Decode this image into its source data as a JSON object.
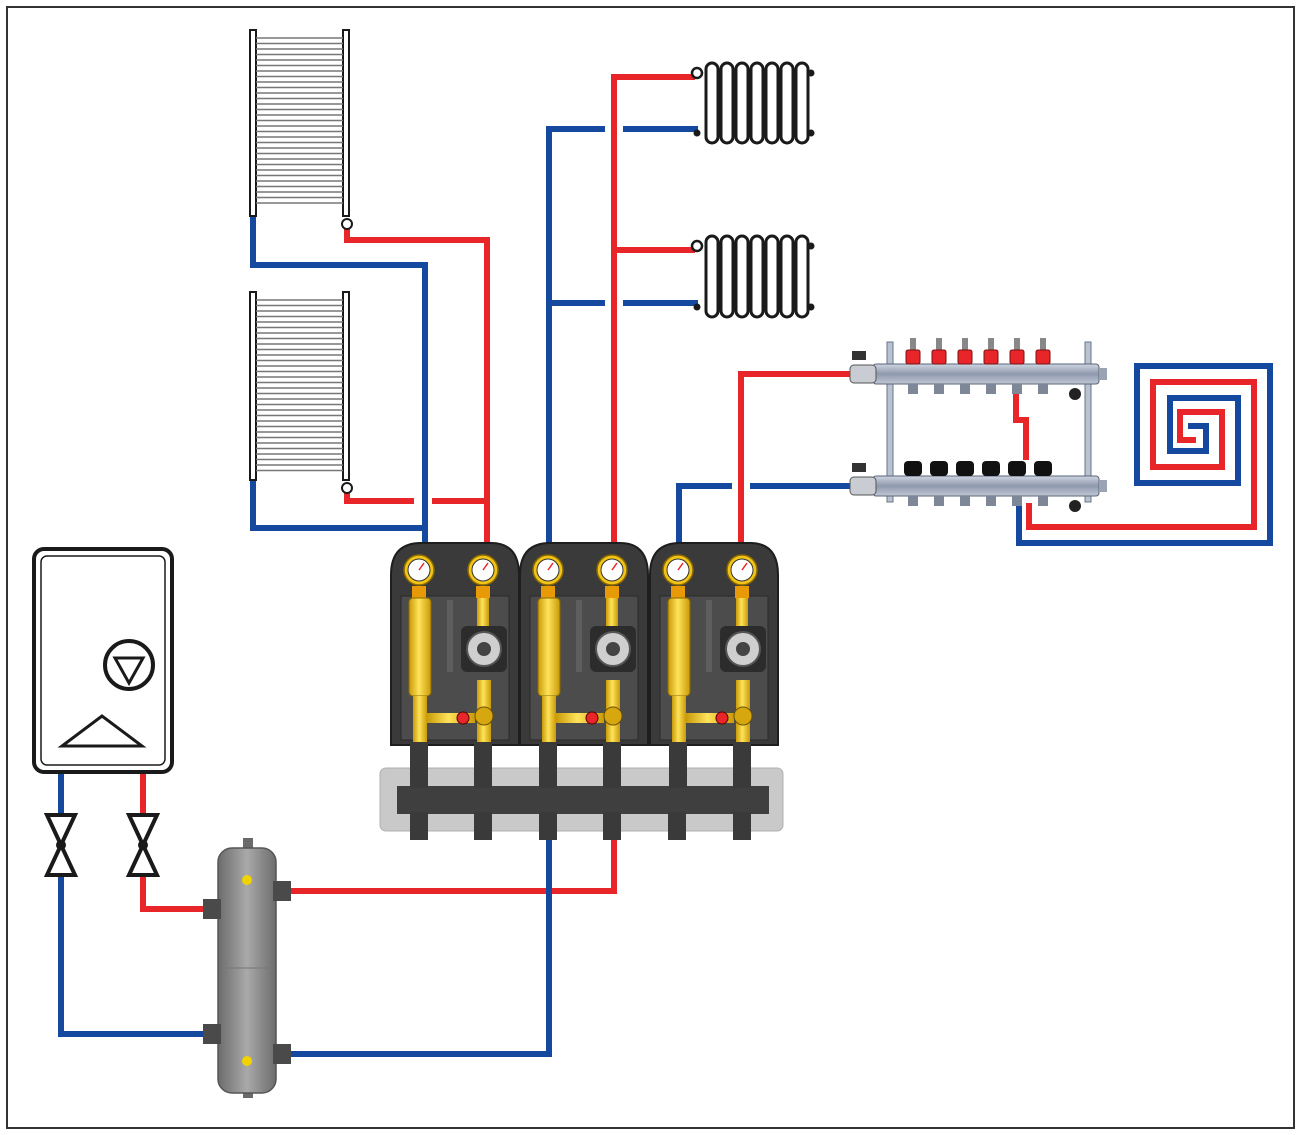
{
  "diagram": {
    "colors": {
      "supply": "#e8262a",
      "return": "#1549a0",
      "outline": "#1a1a1a",
      "station_body": "#3a3a3a",
      "brass": "#f2c417",
      "manifold": "#aab4c4",
      "hydraulic_separator": "#8a8a8a",
      "frame": "#333333"
    },
    "components": {
      "boiler": {
        "icon": "wall-boiler-icon",
        "pump_icon": "circulation-pump-icon",
        "flame_icon": "burner-triangle-icon"
      },
      "valves": {
        "count": 2,
        "icon": "ball-valve-icon"
      },
      "hydraulic_separator": {
        "icon": "hydraulic-separator-icon"
      },
      "pump_stations": {
        "count": 3,
        "icon": "pump-group-icon"
      },
      "distribution_header": {
        "icon": "distribution-header-icon"
      },
      "towel_radiators": {
        "count": 2,
        "icon": "towel-radiator-icon"
      },
      "sectional_radiators": {
        "count": 2,
        "icon": "sectional-radiator-icon"
      },
      "ufh_manifold": {
        "ports": 6,
        "icon": "floor-heating-manifold-icon"
      },
      "floor_loop": {
        "icon": "floor-heating-loop-icon"
      }
    }
  }
}
